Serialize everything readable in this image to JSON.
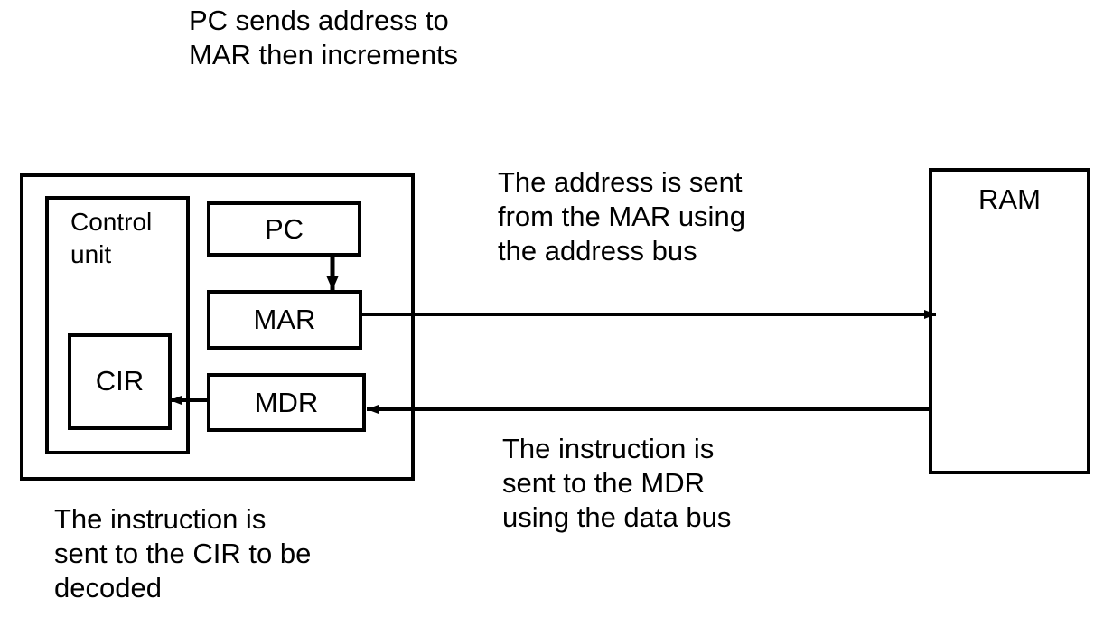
{
  "diagram": {
    "title_note": "Fetch-execute cycle diagram",
    "annotations": {
      "top": "PC sends address to\nMAR then increments",
      "address_bus": "The address is sent\nfrom the MAR using\nthe address bus",
      "data_bus": "The instruction is\nsent to the MDR\nusing the data bus",
      "cir_note": "The instruction is\nsent to the CIR to be\ndecoded"
    },
    "blocks": {
      "cpu": {
        "label": ""
      },
      "control_unit": {
        "label": "Control\nunit"
      },
      "cir": {
        "label": "CIR"
      },
      "pc": {
        "label": "PC"
      },
      "mar": {
        "label": "MAR"
      },
      "mdr": {
        "label": "MDR"
      },
      "ram": {
        "label": "RAM"
      }
    },
    "colors": {
      "stroke": "#000000",
      "background": "#ffffff",
      "text": "#000000"
    },
    "connections": [
      {
        "name": "pc-to-mar",
        "from": "PC",
        "to": "MAR",
        "direction": "down"
      },
      {
        "name": "mar-to-ram-address-bus",
        "from": "MAR",
        "to": "RAM",
        "direction": "right"
      },
      {
        "name": "ram-to-mdr-data-bus",
        "from": "RAM",
        "to": "MDR",
        "direction": "left"
      },
      {
        "name": "mdr-to-cir",
        "from": "MDR",
        "to": "CIR",
        "direction": "left"
      }
    ]
  }
}
